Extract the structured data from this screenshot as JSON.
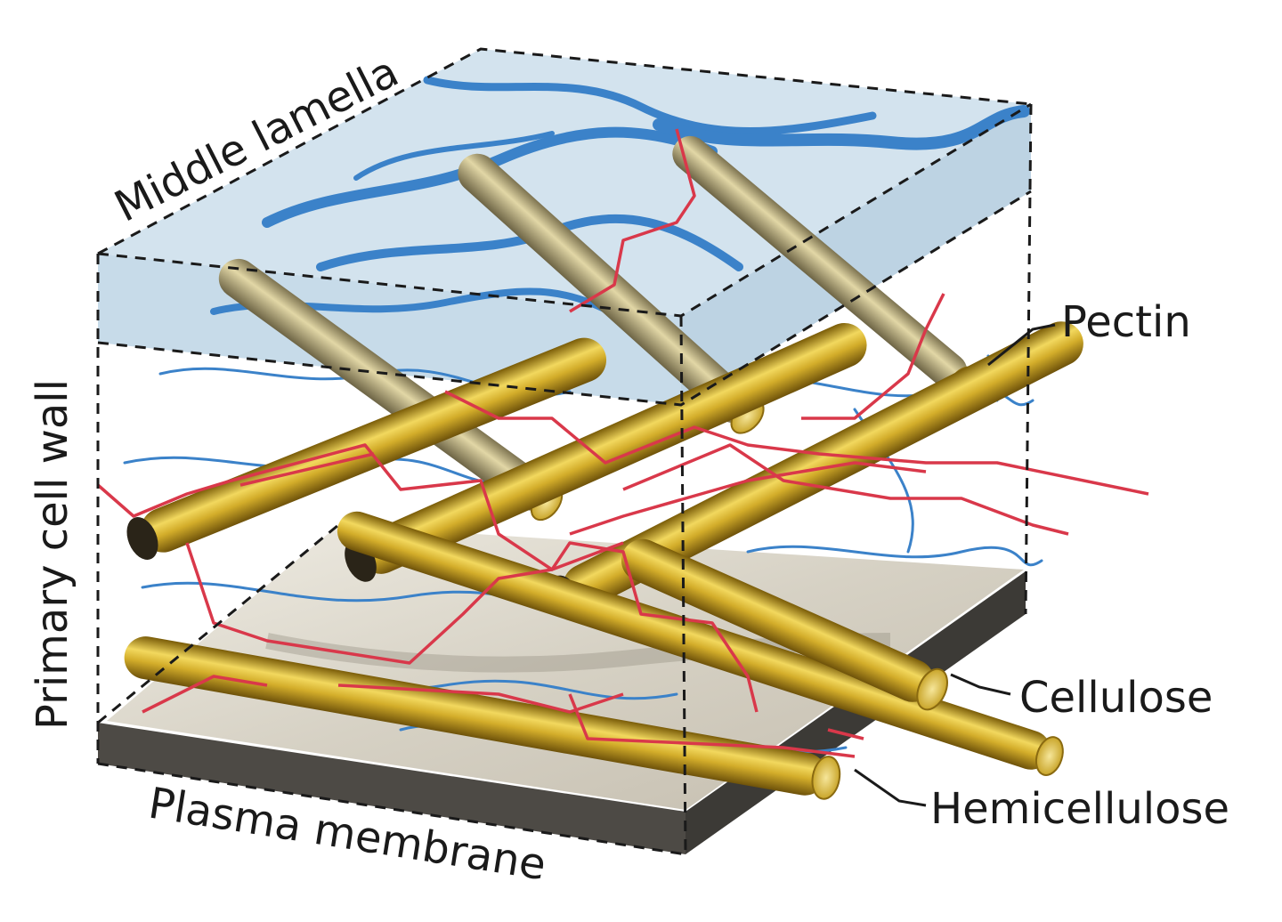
{
  "labels": {
    "middle_lamella": "Middle lamella",
    "primary_cell_wall": "Primary cell wall",
    "pectin": "Pectin",
    "cellulose": "Cellulose",
    "hemicellulose": "Hemicellulose",
    "plasma_membrane": "Plasma membrane"
  },
  "colors": {
    "middle_lamella_fill": "#d3e3ee",
    "pectin": "#3b82c9",
    "hemicellulose": "#d9384a",
    "cellulose": "#d8b531",
    "cellulose_dark": "#8a6a10",
    "membrane_top": "#e6e3da",
    "membrane_side": "#4b4844",
    "dashed_edges": "#1a1a1a"
  }
}
